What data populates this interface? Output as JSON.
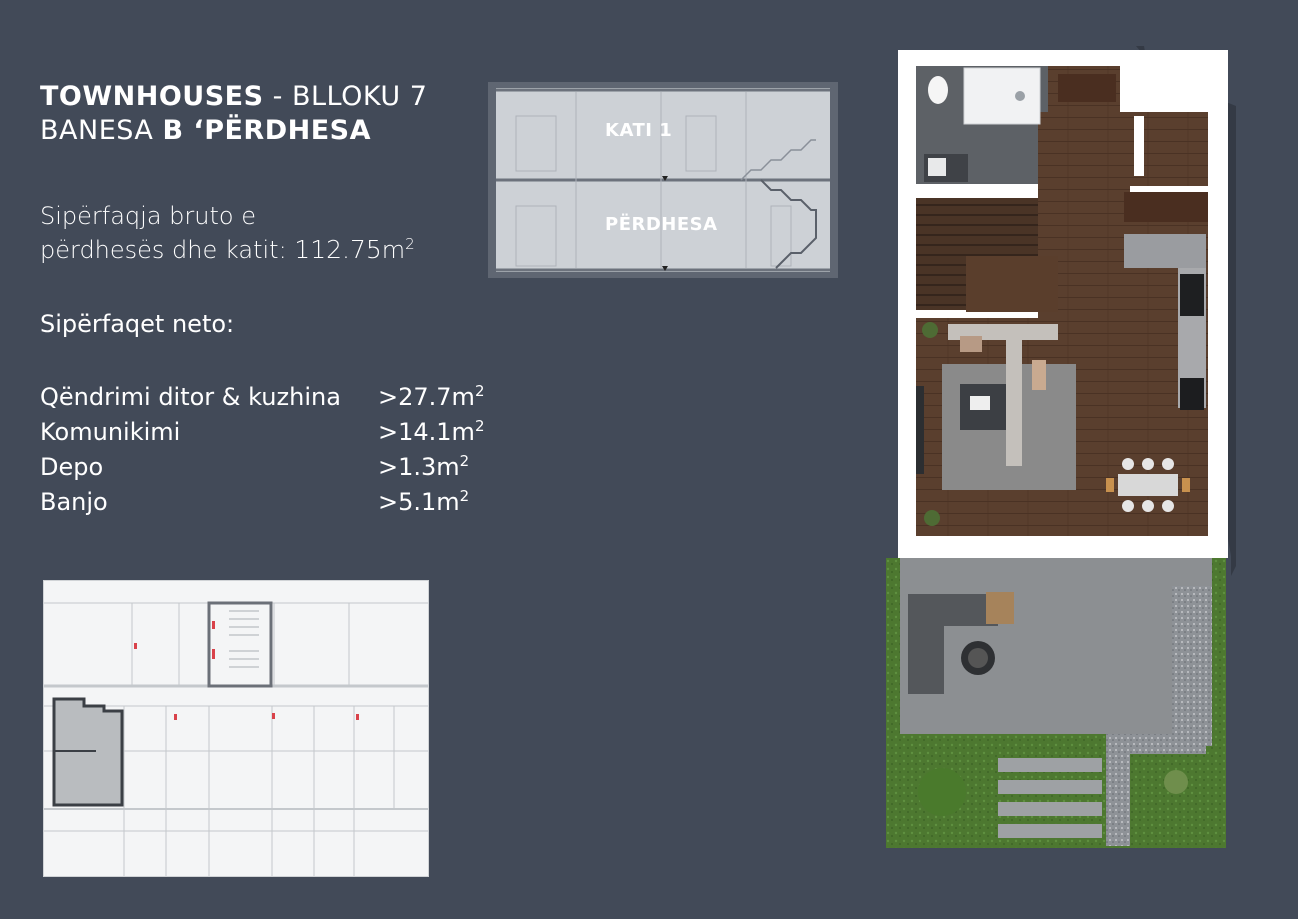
{
  "header": {
    "title_bold": "TOWNHOUSES",
    "title_rest": " - BLLOKU 7",
    "subtitle_prefix": "BANESA ",
    "subtitle_bold": " B ‘PËRDHESA"
  },
  "gross_area": {
    "line1": "Sipërfaqja bruto e",
    "line2": "përdhesës dhe katit: ",
    "value": "112.75",
    "unit": "m",
    "exp": "2"
  },
  "net_title": "Sipërfaqet neto:",
  "rooms": [
    {
      "name": "Qëndrimi ditor & kuzhina",
      "value": ">27.7m",
      "exp": "2"
    },
    {
      "name": "Komunikimi",
      "value": ">14.1m",
      "exp": "2"
    },
    {
      "name": "Depo",
      "value": ">1.3m",
      "exp": "2"
    },
    {
      "name": "Banjo",
      "value": ">5.1m",
      "exp": "2"
    }
  ],
  "section": {
    "upper_label": "KATI 1",
    "lower_label": "PËRDHESA"
  },
  "colors": {
    "background": "#424a58",
    "wood_floor": "#5a3f2e",
    "wall": "#ffffff",
    "terrace": "#8a8d90",
    "grass": "#4f7a32",
    "highlight_unit": "#b9bcbf"
  }
}
